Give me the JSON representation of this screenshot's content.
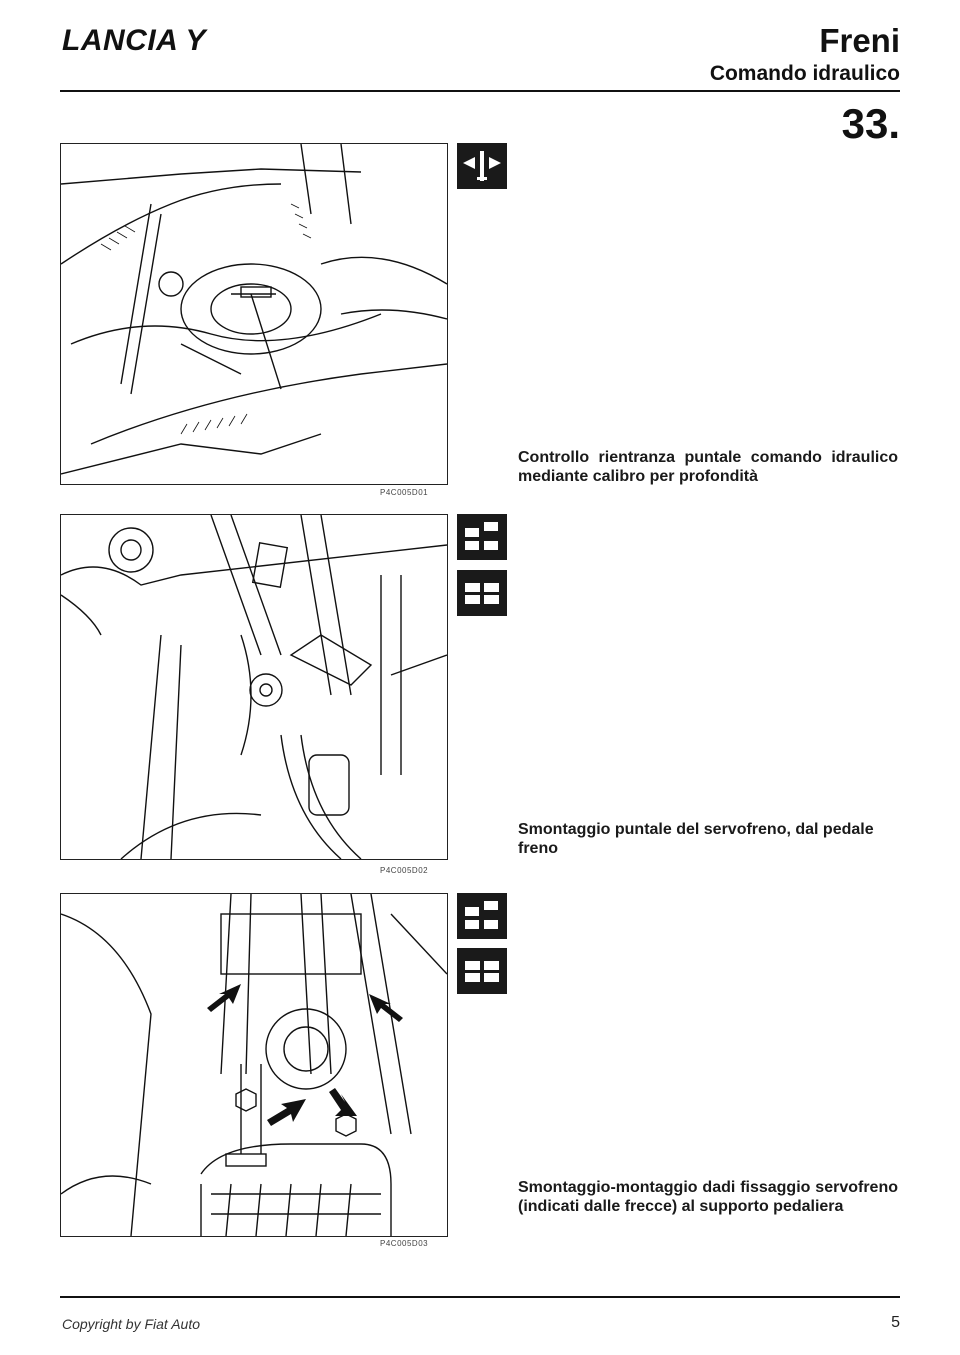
{
  "header": {
    "brand": "LANCIA Y",
    "section": "Freni",
    "subsection": "Comando idraulico",
    "page_number": "33."
  },
  "figures": [
    {
      "code": "P4C005D01",
      "icons": [
        "measure-icon"
      ],
      "caption": "Controllo rientranza puntale comando idraulico mediante calibro per profondità"
    },
    {
      "code": "P4C005D02",
      "icons": [
        "disassemble-icon",
        "assemble-icon"
      ],
      "caption": "Smontaggio puntale del servofreno, dal pedale freno"
    },
    {
      "code": "P4C005D03",
      "icons": [
        "disassemble-icon",
        "assemble-icon"
      ],
      "caption": "Smontaggio-montaggio dadi fissaggio servofreno (indicati dalle frecce) al supporto pedaliera"
    }
  ],
  "footer": {
    "copyright": "Copyright by Fiat Auto",
    "page": "5"
  }
}
